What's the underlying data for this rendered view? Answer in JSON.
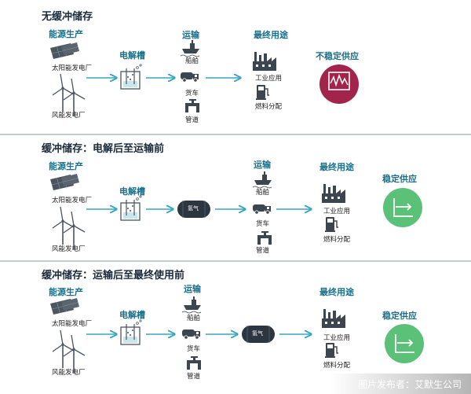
{
  "sections": [
    {
      "title": "无缓冲储存",
      "source": "能源生产",
      "solar": "太阳能发电厂",
      "wind": "风能发电厂",
      "electrolyzer": "电解槽",
      "transport": "运输",
      "ship": "船舶",
      "truck": "货车",
      "pipe": "管道",
      "end_use": "最终用途",
      "industry": "工业应用",
      "fuel": "燃料分配",
      "supply": "不稳定供应"
    },
    {
      "title": "缓冲储存：电解后至运输前",
      "source": "能源生产",
      "solar": "太阳能发电厂",
      "wind": "风能发电厂",
      "electrolyzer": "电解槽",
      "tank": "氢气",
      "transport": "运输",
      "ship": "船舶",
      "truck": "货车",
      "pipe": "管道",
      "end_use": "最终用途",
      "industry": "工业应用",
      "fuel": "燃料分配",
      "supply": "稳定供应"
    },
    {
      "title": "缓冲储存：运输后至最终使用前",
      "source": "能源生产",
      "solar": "太阳能发电厂",
      "wind": "风能发电厂",
      "electrolyzer": "电解槽",
      "transport": "运输",
      "ship": "船舶",
      "truck": "货车",
      "pipe": "管道",
      "tank": "氢气",
      "end_use": "最终用途",
      "industry": "工业应用",
      "fuel": "燃料分配",
      "supply": "稳定供应"
    }
  ],
  "watermark": "图片发布者：艾默生公司",
  "colors": {
    "arrow": "#3aa6bf",
    "unstable": "#a3244a",
    "stable": "#5cc178",
    "icon": "#3c4650"
  }
}
